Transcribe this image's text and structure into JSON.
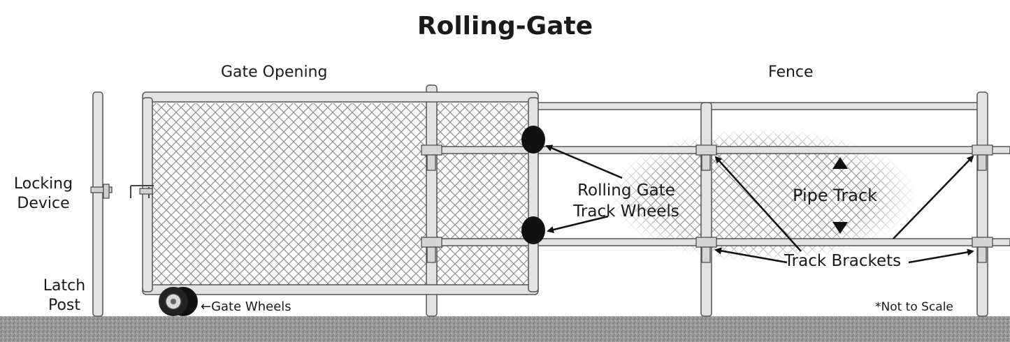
{
  "title": "Rolling-Gate",
  "labels": {
    "gate_opening": "Gate Opening",
    "fence": "Fence",
    "locking_device_line1": "Locking",
    "locking_device_line2": "Device",
    "latch_post_line1": "Latch",
    "latch_post_line2": "Post",
    "track_wheels_line1": "Rolling Gate",
    "track_wheels_line2": "Track Wheels",
    "pipe_track": "Pipe Track",
    "track_brackets": "Track Brackets",
    "gate_wheels": "←Gate Wheels",
    "not_to_scale": "*Not to Scale"
  },
  "colors": {
    "pipe": "#e3e3e3",
    "pipe_outline": "#555555",
    "mesh": "#8a8a8a",
    "ground": "#8c8c8c",
    "arrow": "#111111"
  }
}
